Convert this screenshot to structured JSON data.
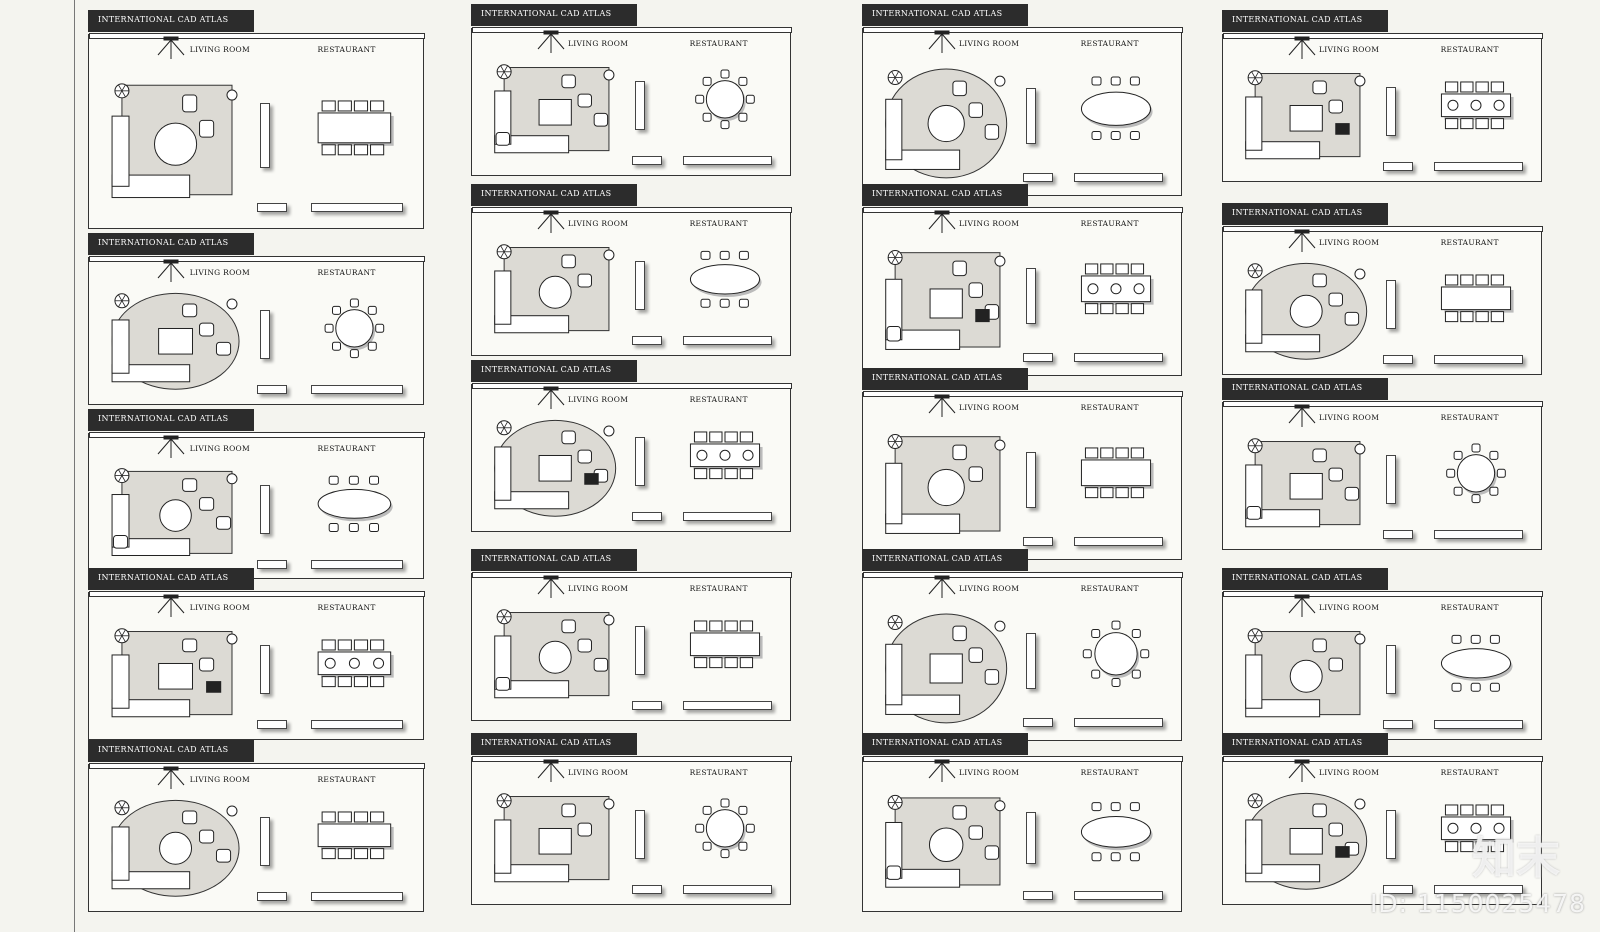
{
  "sheet": {
    "banner": "INTERNATIONAL CAD ATLAS",
    "living_room": "LIVING ROOM",
    "restaurant": "RESTAURANT"
  },
  "watermark": {
    "brand": "知末",
    "id": "ID: 1150025478"
  },
  "colors": {
    "banner": "#2c2c2c",
    "rug": "#dcdad4",
    "background": "#f4f4ef"
  }
}
